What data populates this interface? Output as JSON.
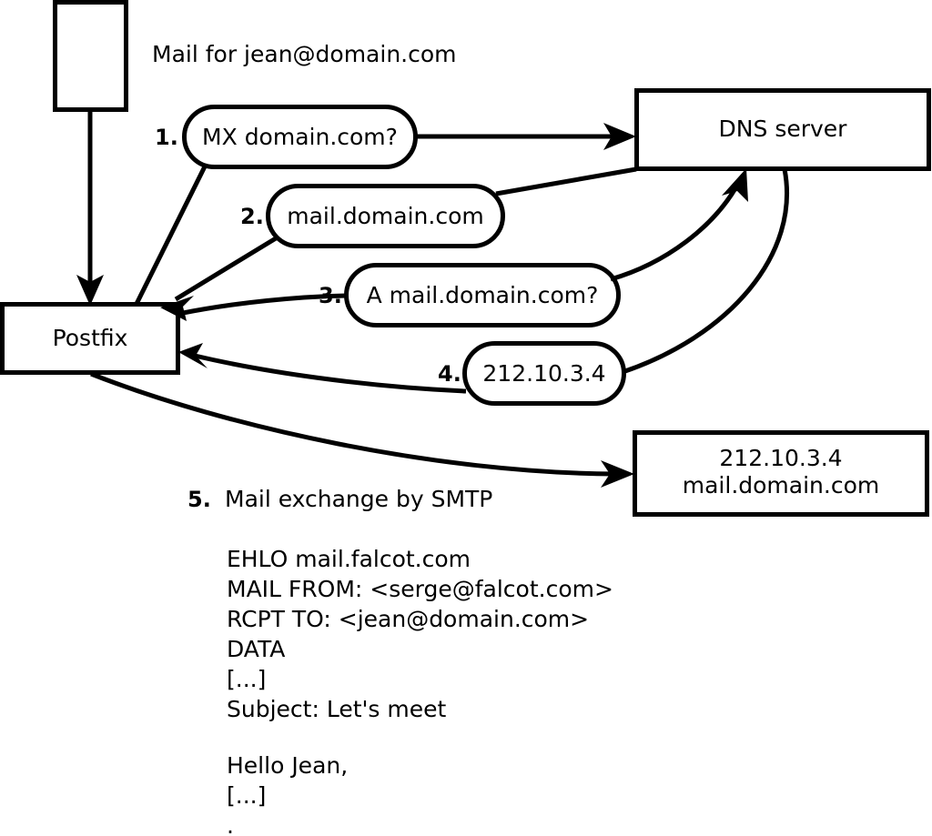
{
  "diagram": {
    "title": "Mail for jean@domain.com",
    "nodes": {
      "mail_client": "",
      "postfix": "Postfix",
      "dns_server": "DNS server",
      "target_server_line1": "212.10.3.4",
      "target_server_line2": "mail.domain.com"
    },
    "steps": [
      {
        "num": "1.",
        "label": "MX domain.com?"
      },
      {
        "num": "2.",
        "label": "mail.domain.com"
      },
      {
        "num": "3.",
        "label": "A mail.domain.com?"
      },
      {
        "num": "4.",
        "label": "212.10.3.4"
      }
    ],
    "step5": {
      "num": "5.",
      "label": "Mail exchange by SMTP"
    },
    "smtp_transcript": [
      "EHLO mail.falcot.com",
      "MAIL FROM: <serge@falcot.com>",
      "RCPT TO: <jean@domain.com>",
      "DATA",
      "[...]",
      "Subject: Let's meet"
    ],
    "message_body": [
      "Hello Jean,",
      "[...]",
      "."
    ],
    "colors": {
      "stroke": "#000000",
      "fill": "#ffffff",
      "text": "#000000"
    }
  }
}
